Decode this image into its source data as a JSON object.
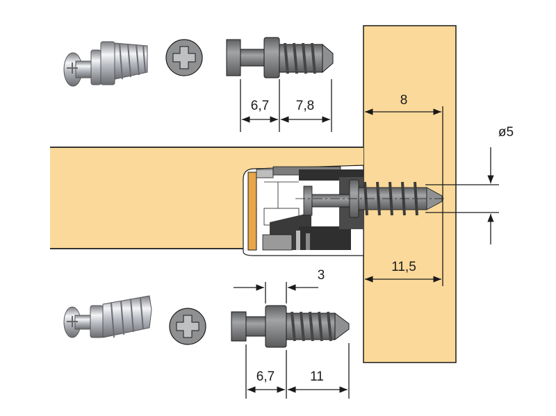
{
  "colors": {
    "wood": "#fbd99a",
    "wood_edge": "#c9a15c",
    "metal_dark": "#6e6e70",
    "metal_mid": "#8f9092",
    "housing_dark": "#3a3a3a",
    "line": "#1a1a1a"
  },
  "icons": {
    "top_bolt_photo": "bolt-photo-icon",
    "bottom_bolt_photo": "bolt-photo-icon",
    "top_screw_head": "phillips-head-icon",
    "bottom_screw_head": "phillips-head-icon"
  },
  "dimensions": {
    "top_head": "6,7",
    "top_thread": "7,8",
    "panel_depth": "8",
    "diameter": "ø5",
    "screw_depth": "11,5",
    "collar": "3",
    "bottom_head": "6,7",
    "bottom_thread": "11"
  }
}
